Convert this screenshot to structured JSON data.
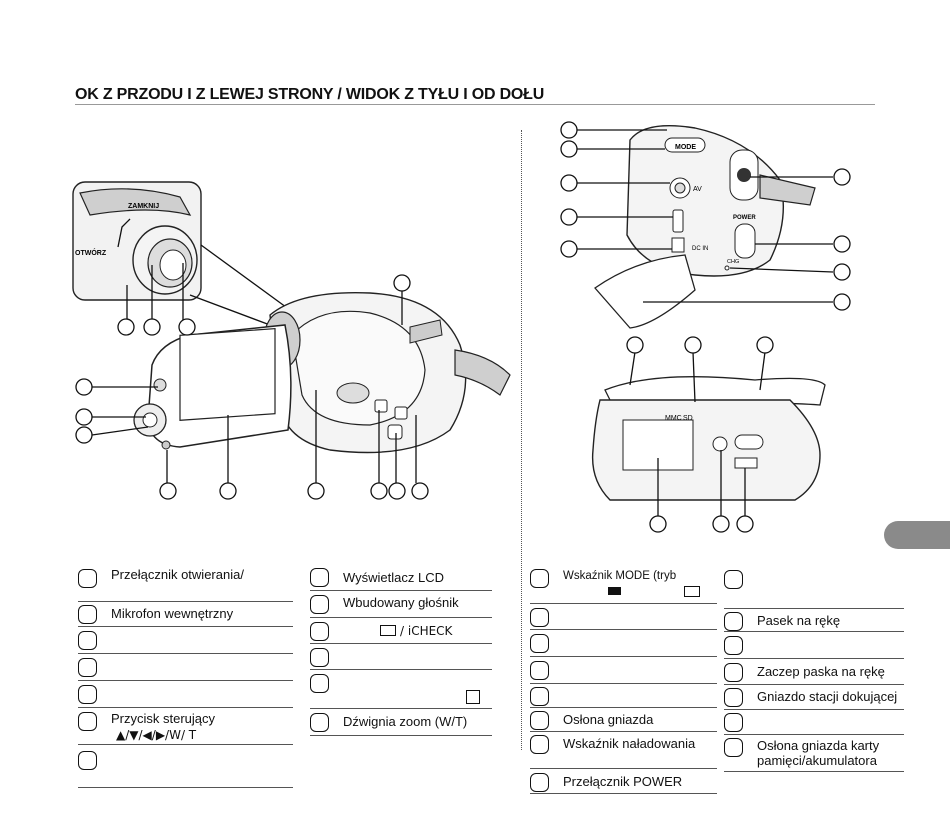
{
  "heading": "OK Z PRZODU I Z LEWEJ STRONY / WIDOK Z TYŁU I OD DOŁU",
  "diagram_labels": {
    "zamknij": "ZAMKNIJ",
    "otworz": "OTWÓRZ",
    "mode_button": "MODE",
    "av_jack": "AV",
    "dc_in": "DC IN",
    "power": "POWER",
    "chg": "CHG",
    "mmc": "MMC",
    "sd": "SD"
  },
  "legend_left": [
    {
      "text": "Przełącznik otwierania/"
    },
    {
      "text": "Mikrofon wewnętrzny"
    },
    {
      "text": ""
    },
    {
      "text": ""
    },
    {
      "text": ""
    },
    {
      "text": "Przycisk sterujący",
      "text2": "▲/▼/◀/▶/W/ T"
    },
    {
      "text": ""
    }
  ],
  "legend_mid": [
    {
      "text": "Wyświetlacz LCD"
    },
    {
      "text": "Wbudowany głośnik"
    },
    {
      "text": "",
      "suffix": "/ iCHECK"
    },
    {
      "text": ""
    },
    {
      "text": ""
    },
    {
      "text": "Dźwignia zoom (W/T)"
    }
  ],
  "legend_right1": [
    {
      "text": "Wskaźnik MODE (tryb"
    },
    {
      "text": ""
    },
    {
      "text": ""
    },
    {
      "text": ""
    },
    {
      "text": ""
    },
    {
      "text": "Osłona gniazda"
    },
    {
      "text": "Wskaźnik naładowania"
    },
    {
      "text": "Przełącznik POWER"
    }
  ],
  "legend_right2": [
    {
      "text": ""
    },
    {
      "text": "Pasek na rękę"
    },
    {
      "text": ""
    },
    {
      "text": "Zaczep paska na rękę"
    },
    {
      "text": "Gniazdo stacji dokującej"
    },
    {
      "text": ""
    },
    {
      "text": "Osłona gniazda karty",
      "text2": "pamięci/akumulatora"
    }
  ],
  "icons": {
    "movie_mode": "camcorder-icon",
    "play_mode": "playback-icon",
    "display": "display-icon",
    "scene": "scene-icon"
  }
}
